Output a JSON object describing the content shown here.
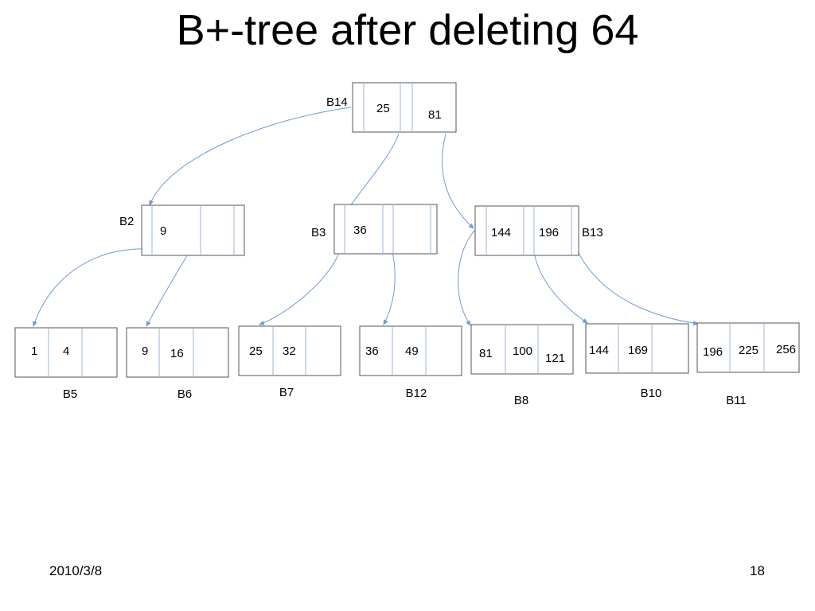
{
  "slide": {
    "title": "B+-tree after deleting 64",
    "date": "2010/3/8",
    "page_number": "18"
  },
  "colors": {
    "node_border": "#555555",
    "divider": "#9ab4d6",
    "edge": "#6f9bd3",
    "text": "#000000"
  },
  "tree": {
    "nodes": [
      {
        "id": "B14",
        "label": "B14",
        "keys": [
          "25",
          "81"
        ],
        "level": "root"
      },
      {
        "id": "B2",
        "label": "B2",
        "keys": [
          "9"
        ],
        "level": "internal"
      },
      {
        "id": "B3",
        "label": "B3",
        "keys": [
          "36"
        ],
        "level": "internal"
      },
      {
        "id": "B13",
        "label": "B13",
        "keys": [
          "144",
          "196"
        ],
        "level": "internal"
      },
      {
        "id": "B5",
        "label": "B5",
        "keys": [
          "1",
          "4"
        ],
        "level": "leaf"
      },
      {
        "id": "B6",
        "label": "B6",
        "keys": [
          "9",
          "16"
        ],
        "level": "leaf"
      },
      {
        "id": "B7",
        "label": "B7",
        "keys": [
          "25",
          "32"
        ],
        "level": "leaf"
      },
      {
        "id": "B12",
        "label": "B12",
        "keys": [
          "36",
          "49"
        ],
        "level": "leaf"
      },
      {
        "id": "B8",
        "label": "B8",
        "keys": [
          "81",
          "100",
          "121"
        ],
        "level": "leaf"
      },
      {
        "id": "B10",
        "label": "B10",
        "keys": [
          "144",
          "169"
        ],
        "level": "leaf"
      },
      {
        "id": "B11",
        "label": "B11",
        "keys": [
          "196",
          "225",
          "256"
        ],
        "level": "leaf"
      }
    ],
    "edges": [
      {
        "from": "B14",
        "to": "B2"
      },
      {
        "from": "B14",
        "to": "B3"
      },
      {
        "from": "B14",
        "to": "B13"
      },
      {
        "from": "B2",
        "to": "B5"
      },
      {
        "from": "B2",
        "to": "B6"
      },
      {
        "from": "B3",
        "to": "B7"
      },
      {
        "from": "B3",
        "to": "B12"
      },
      {
        "from": "B13",
        "to": "B8"
      },
      {
        "from": "B13",
        "to": "B10"
      },
      {
        "from": "B13",
        "to": "B11"
      }
    ]
  }
}
